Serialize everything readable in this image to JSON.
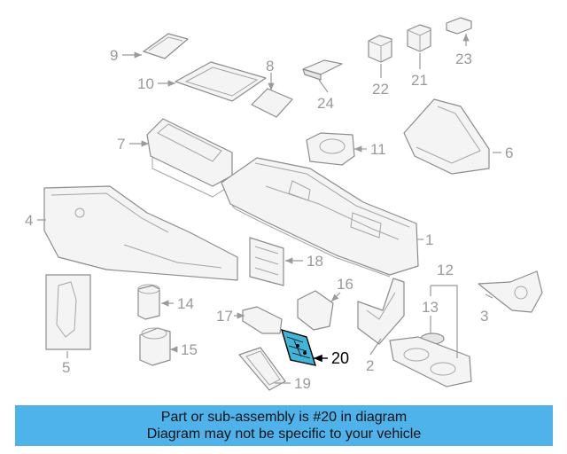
{
  "callouts": [
    "1",
    "2",
    "3",
    "4",
    "5",
    "6",
    "7",
    "8",
    "9",
    "10",
    "11",
    "12",
    "13",
    "14",
    "15",
    "16",
    "17",
    "18",
    "19",
    "20",
    "21",
    "22",
    "23",
    "24"
  ],
  "highlighted_part": "20",
  "highlight_color": "#3fb6d8",
  "banner": {
    "line1": "Part or sub-assembly is #20 in diagram",
    "line2": "Diagram may not be specific to your vehicle",
    "background": "#4eb3ea"
  }
}
